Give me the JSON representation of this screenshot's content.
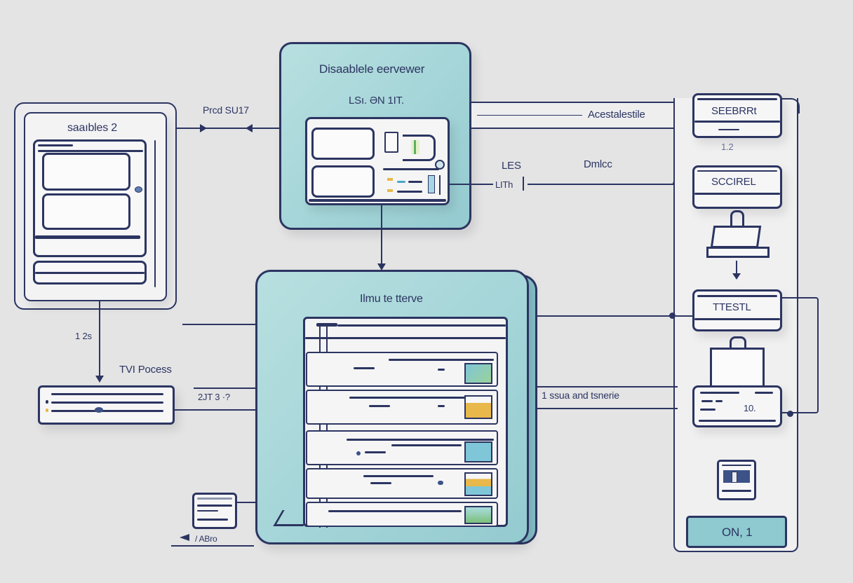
{
  "diagram": {
    "top_server": {
      "title": "Disaablele eervewer",
      "subtitle": "LSı. ƏN 1IT."
    },
    "left_panel": {
      "title": "saaıbles 2"
    },
    "center_server": {
      "title": "Ilmu te tterve"
    },
    "right_stack": {
      "items": [
        {
          "label": "SEEBRRt",
          "caption": "1.2"
        },
        {
          "label": "SCCIREL"
        },
        {
          "label": "TTESTL"
        },
        {
          "label": "10."
        }
      ],
      "button_label": "ON, 1"
    },
    "connectors": {
      "top_left_label": "Prcd SU17",
      "top_right_label": "Acestalestile",
      "mid_label_a": "LES",
      "mid_label_b": "LITh",
      "mid_label_c": "Dmlcc",
      "left_step": "1 2s",
      "left_process": "TVI Pocess",
      "left_mid": "2JT 3 ·?",
      "right_mid": "1 ssua and tsnerie",
      "bottom_left": "/ ABro"
    },
    "colors": {
      "navy": "#2c3561",
      "teal": "#a6d6d9",
      "background": "#e4e4e5",
      "accent_orange": "#e8b84a",
      "accent_blue": "#4aa6c8",
      "accent_green": "#7cc07a"
    }
  }
}
